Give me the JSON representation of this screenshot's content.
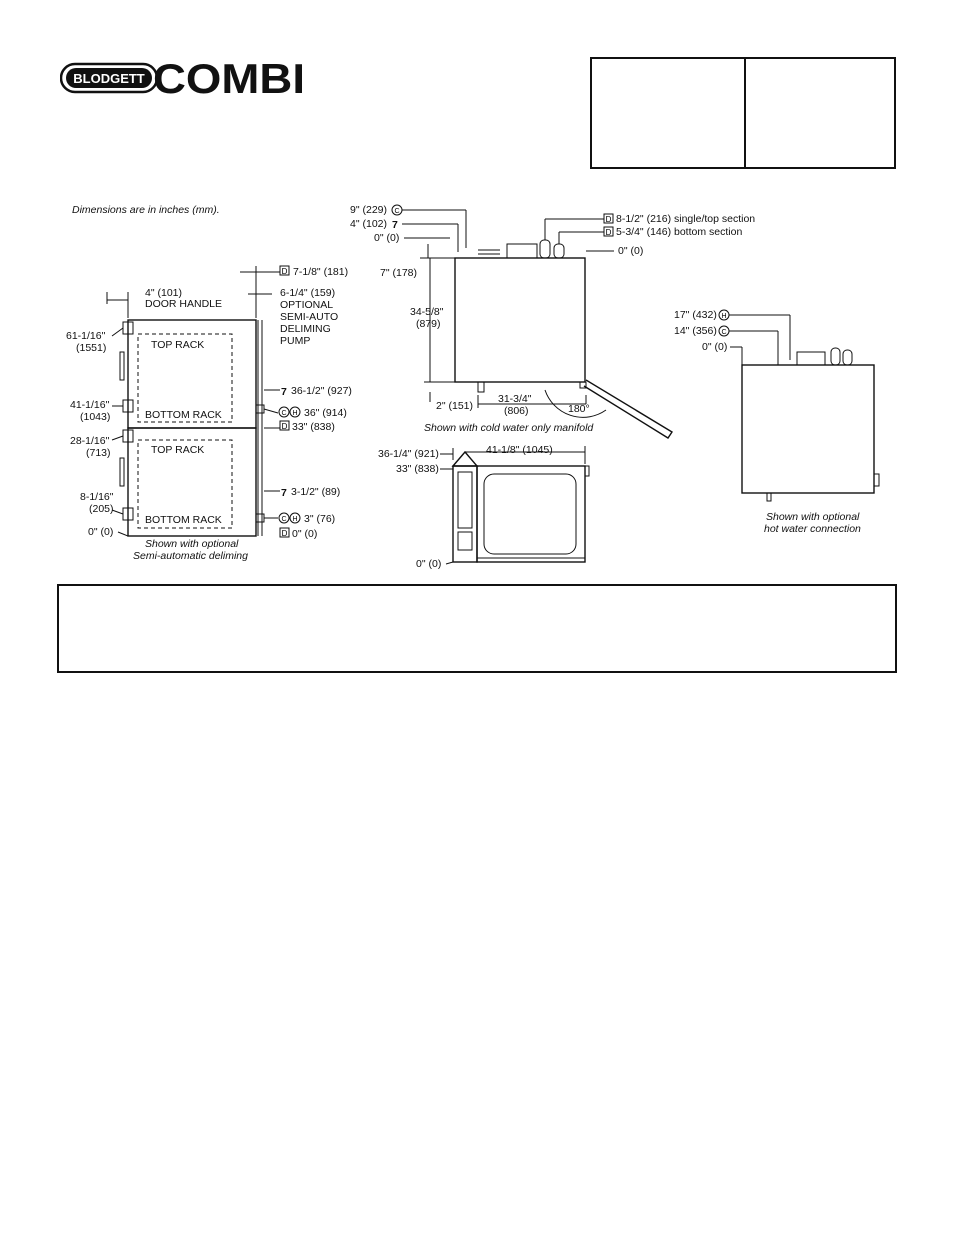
{
  "logo": {
    "brand": "BLODGETT",
    "product": "COMBI"
  },
  "note": "Dimensions are in inches (mm).",
  "front_view": {
    "door_handle": "4\" (101)",
    "door_handle_label": "DOOR HANDLE",
    "deliming": [
      "6-1/4\" (159)",
      "OPTIONAL",
      "SEMI-AUTO",
      "DELIMING",
      "PUMP"
    ],
    "drain_top": "7-1/8\" (181)",
    "top_rack": "TOP RACK",
    "bottom_rack": "BOTTOM RACK",
    "h1a": "61-1/16\"",
    "h1b": "(1551)",
    "h2a": "41-1/16\"",
    "h2b": "(1043)",
    "h3a": "28-1/16\"",
    "h3b": "(713)",
    "h4a": "8-1/16\"",
    "h4b": "(205)",
    "h5": "0\" (0)",
    "r1": "36-1/2\" (927)",
    "r2": "36\" (914)",
    "r3": "33\" (838)",
    "r4": "3-1/2\" (89)",
    "r5": "3\" (76)",
    "r6": "0\" (0)",
    "caption1": "Shown with optional",
    "caption2": "Semi-automatic deliming"
  },
  "side_view": {
    "t1": "9\" (229)",
    "t2": "4\" (102)",
    "t3": "0\" (0)",
    "t4": "7\" (178)",
    "s1": "8-1/2\" (216) single/top section",
    "s2": "5-3/4\" (146) bottom section",
    "s3": "0\" (0)",
    "hgt_a": "34-5/8\"",
    "hgt_b": "(879)",
    "leg": "2\" (151)",
    "depth_a": "31-3/4\"",
    "depth_b": "(806)",
    "angle": "180°",
    "caption": "Shown with cold water only manifold"
  },
  "right_view": {
    "h": "17\" (432)",
    "c": "14\" (356)",
    "z": "0\" (0)",
    "caption1": "Shown with optional",
    "caption2": "hot water connection"
  },
  "plan_view": {
    "d1": "36-1/4\" (921)",
    "d2": "33\" (838)",
    "w": "41-1/8\" (1045)",
    "z": "0\" (0)"
  },
  "icons": {
    "drain": "D",
    "cold": "C",
    "hot": "H"
  }
}
